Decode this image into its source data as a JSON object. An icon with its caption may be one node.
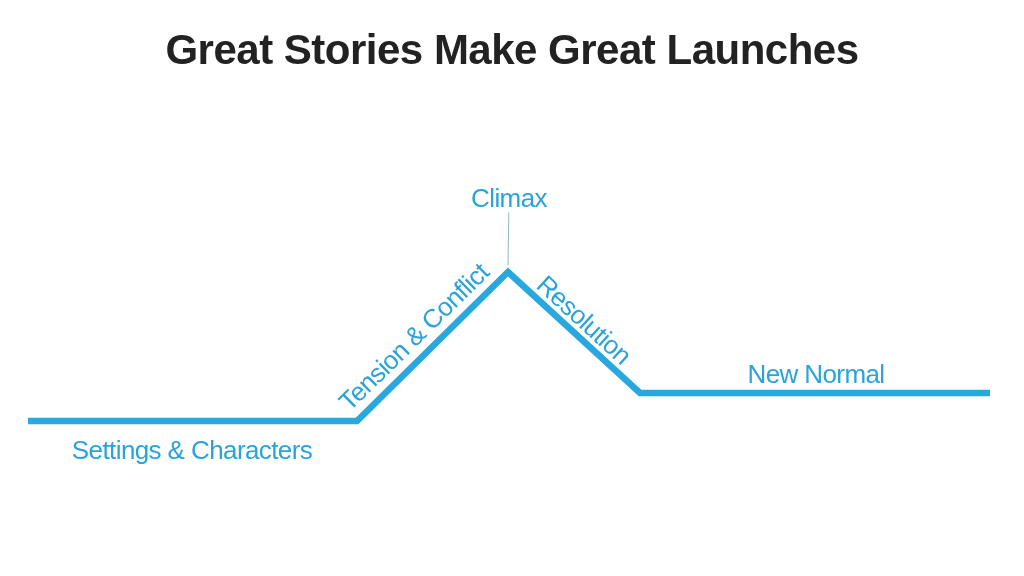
{
  "diagram": {
    "title": "Great Stories Make Great Launches",
    "nodes": [
      {
        "text": [
          "Climax"
        ]
      },
      {
        "text": [],
        "shape": "line"
      }
    ],
    "edges": [
      {
        "from": 0,
        "to": 1,
        "arrow": "none"
      }
    ],
    "labels": [
      "Tension & Conflict",
      "Resolution",
      "New Normal",
      "Settings & Characters"
    ]
  }
}
